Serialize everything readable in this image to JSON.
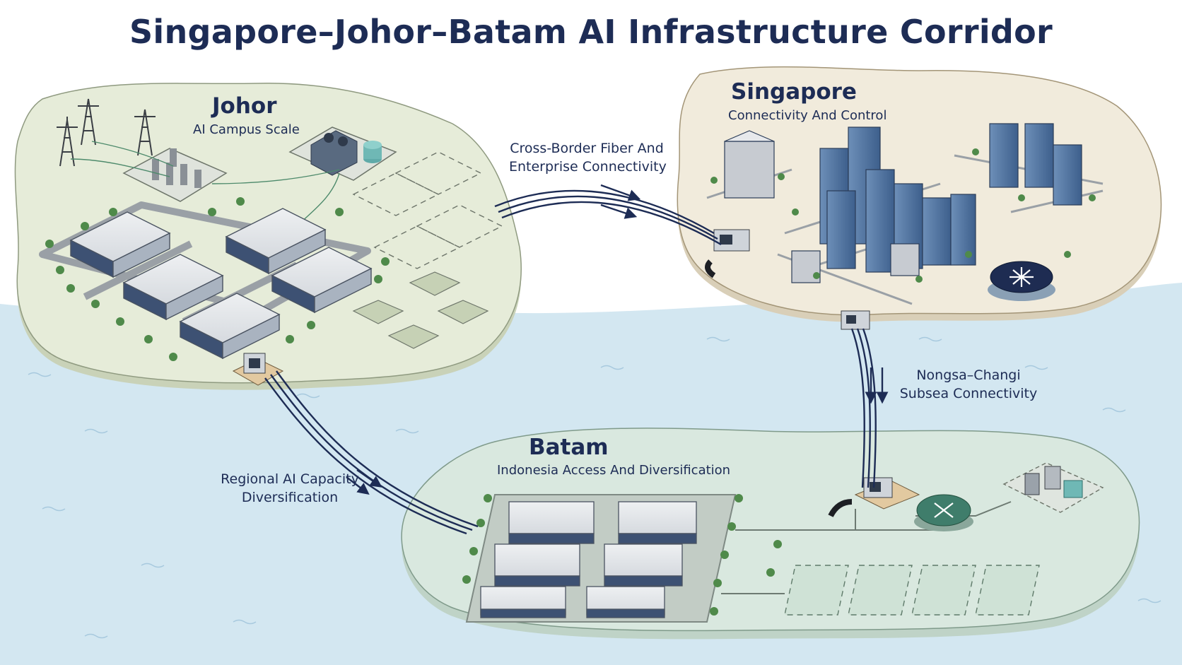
{
  "title": "Singapore–Johor–Batam AI Infrastructure Corridor",
  "regions": {
    "johor": {
      "name": "Johor",
      "subtitle": "AI Campus Scale"
    },
    "singapore": {
      "name": "Singapore",
      "subtitle": "Connectivity And Control"
    },
    "batam": {
      "name": "Batam",
      "subtitle": "Indonesia Access And Diversification"
    }
  },
  "links": {
    "johor_singapore": {
      "line1": "Cross-Border Fiber And",
      "line2": "Enterprise Connectivity"
    },
    "singapore_batam": {
      "line1": "Nongsa–Changi",
      "line2": "Subsea Connectivity"
    },
    "johor_batam": {
      "line1": "Regional AI Capacity",
      "line2": "Diversification"
    }
  },
  "colors": {
    "sea": "#d3e7f1",
    "johor_land": "#e6ecd9",
    "singapore_land": "#f1ebdc",
    "batam_land": "#d9e8df",
    "fiber": "#1d2c55",
    "text": "#1d2c55"
  }
}
